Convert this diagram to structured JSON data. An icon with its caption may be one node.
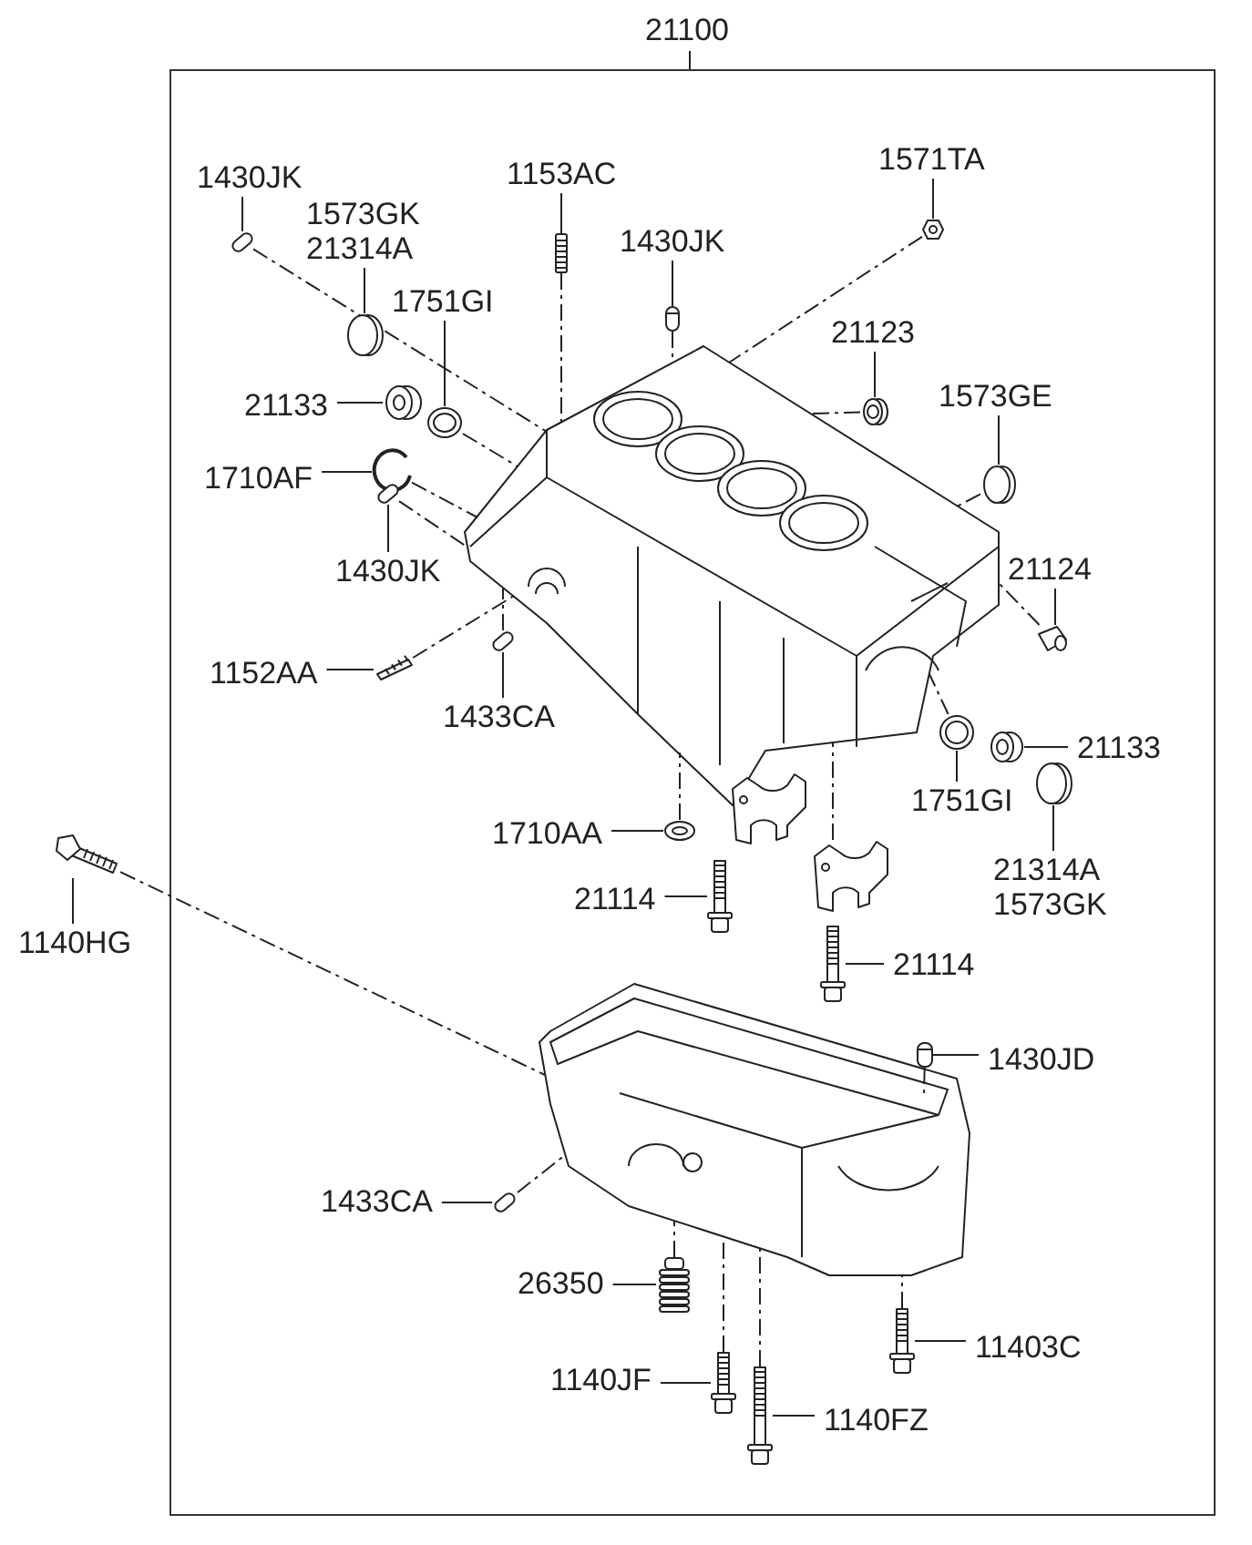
{
  "diagram": {
    "nodes": [
      {
        "text": [
          "21100"
        ]
      },
      {
        "text": [
          "1430JK"
        ],
        "in": 0
      },
      {
        "text": [],
        "shape": "box",
        "in": 0
      },
      {
        "text": [
          "1573GK",
          "21314A"
        ],
        "in": 0
      },
      {
        "text": [],
        "shape": "circle",
        "in": 0
      },
      {
        "text": [
          "1153AC"
        ],
        "in": 0
      },
      {
        "text": [],
        "shape": "picture",
        "in": 0
      },
      {
        "text": [
          "1430JK"
        ],
        "in": 0
      },
      {
        "text": [],
        "shape": "picture",
        "in": 0
      },
      {
        "text": [
          "1571TA"
        ],
        "in": 0
      },
      {
        "text": [],
        "shape": "picture",
        "in": 0
      },
      {
        "text": [
          "1751GI"
        ],
        "in": 0
      },
      {
        "text": [],
        "shape": "picture",
        "in": 0
      },
      {
        "text": [
          "21133"
        ],
        "in": 0
      },
      {
        "text": [],
        "shape": "picture",
        "in": 0
      },
      {
        "text": [
          "21123"
        ],
        "in": 0
      },
      {
        "text": [],
        "shape": "circle",
        "in": 0
      },
      {
        "text": [
          "1573GE"
        ],
        "in": 0
      },
      {
        "text": [],
        "shape": "circle",
        "in": 0
      },
      {
        "text": [
          "1710AF"
        ],
        "in": 0
      },
      {
        "text": [],
        "shape": "picture",
        "in": 0
      },
      {
        "text": [
          "1430JK"
        ],
        "in": 0
      },
      {
        "text": [],
        "shape": "box",
        "in": 0
      },
      {
        "text": [
          "21124"
        ],
        "in": 0
      },
      {
        "text": [],
        "shape": "picture",
        "in": 0
      },
      {
        "text": [
          "1152AA"
        ],
        "in": 0
      },
      {
        "text": [],
        "shape": "picture",
        "in": 0
      },
      {
        "text": [
          "1433CA"
        ],
        "in": 0
      },
      {
        "text": [],
        "shape": "box",
        "in": 0
      },
      {
        "text": [
          "1751GI"
        ],
        "in": 0
      },
      {
        "text": [],
        "shape": "picture",
        "in": 0
      },
      {
        "text": [
          "21133"
        ],
        "in": 0
      },
      {
        "text": [],
        "shape": "picture",
        "in": 0
      },
      {
        "text": [
          "21314A",
          "1573GK"
        ],
        "in": 0
      },
      {
        "text": [],
        "shape": "circle",
        "in": 0
      },
      {
        "text": [
          "1710AA"
        ],
        "in": 0
      },
      {
        "text": [],
        "shape": "picture",
        "in": 0
      },
      {
        "text": [
          "21114"
        ],
        "in": 0
      },
      {
        "text": [],
        "shape": "picture",
        "in": 0
      },
      {
        "text": [
          "21114"
        ],
        "in": 0
      },
      {
        "text": [],
        "shape": "picture",
        "in": 0
      },
      {
        "text": [
          "1140HG"
        ]
      },
      {
        "text": [],
        "shape": "picture"
      },
      {
        "text": [
          "1430JD"
        ],
        "in": 0
      },
      {
        "text": [],
        "shape": "picture",
        "in": 0
      },
      {
        "text": [
          "1433CA"
        ],
        "in": 0
      },
      {
        "text": [],
        "shape": "box",
        "in": 0
      },
      {
        "text": [
          "26350"
        ],
        "in": 0
      },
      {
        "text": [],
        "shape": "picture",
        "in": 0
      },
      {
        "text": [
          "11403C"
        ],
        "in": 0
      },
      {
        "text": [],
        "shape": "picture",
        "in": 0
      },
      {
        "text": [
          "1140JF"
        ],
        "in": 0
      },
      {
        "text": [],
        "shape": "picture",
        "in": 0
      },
      {
        "text": [
          "1140FZ"
        ],
        "in": 0
      },
      {
        "text": [],
        "shape": "picture",
        "in": 0
      },
      {
        "text": [],
        "shape": "picture",
        "in": 0
      },
      {
        "text": [],
        "shape": "picture",
        "in": 0
      },
      {
        "text": [],
        "shape": "picture",
        "in": 0
      },
      {
        "text": [],
        "shape": "picture",
        "in": 0
      }
    ],
    "edges": [
      {
        "from": 1,
        "to": 2,
        "arrow": "none"
      },
      {
        "from": 3,
        "to": 4,
        "arrow": "none"
      },
      {
        "from": 5,
        "to": 6,
        "arrow": "none"
      },
      {
        "from": 7,
        "to": 8,
        "arrow": "none"
      },
      {
        "from": 9,
        "to": 10,
        "arrow": "none"
      },
      {
        "from": 11,
        "to": 12,
        "arrow": "none"
      },
      {
        "from": 13,
        "to": 14,
        "arrow": "none"
      },
      {
        "from": 15,
        "to": 16,
        "arrow": "none"
      },
      {
        "from": 17,
        "to": 18,
        "arrow": "none"
      },
      {
        "from": 19,
        "to": 20,
        "arrow": "none"
      },
      {
        "from": 21,
        "to": 22,
        "arrow": "none"
      },
      {
        "from": 23,
        "to": 24,
        "arrow": "none"
      },
      {
        "from": 25,
        "to": 26,
        "arrow": "none"
      },
      {
        "from": 27,
        "to": 28,
        "arrow": "none"
      },
      {
        "from": 29,
        "to": 30,
        "arrow": "none"
      },
      {
        "from": 31,
        "to": 32,
        "arrow": "none"
      },
      {
        "from": 33,
        "to": 34,
        "arrow": "none"
      },
      {
        "from": 35,
        "to": 36,
        "arrow": "none"
      },
      {
        "from": 37,
        "to": 38,
        "arrow": "none"
      },
      {
        "from": 39,
        "to": 40,
        "arrow": "none"
      },
      {
        "from": 41,
        "to": 42,
        "arrow": "none"
      },
      {
        "from": 43,
        "to": 44,
        "arrow": "none"
      },
      {
        "from": 45,
        "to": 46,
        "arrow": "none"
      },
      {
        "from": 47,
        "to": 48,
        "arrow": "none"
      },
      {
        "from": 49,
        "to": 50,
        "arrow": "none"
      },
      {
        "from": 51,
        "to": 52,
        "arrow": "none"
      },
      {
        "from": 53,
        "to": 54,
        "arrow": "none"
      },
      {
        "from": 2,
        "to": 55,
        "arrow": "none",
        "style": "dashed"
      },
      {
        "from": 6,
        "to": 55,
        "arrow": "none",
        "style": "dashed"
      },
      {
        "from": 8,
        "to": 55,
        "arrow": "none",
        "style": "dashed"
      },
      {
        "from": 10,
        "to": 55,
        "arrow": "none",
        "style": "dashed"
      },
      {
        "from": 12,
        "to": 55,
        "arrow": "none",
        "style": "dashed"
      },
      {
        "from": 16,
        "to": 55,
        "arrow": "none",
        "style": "dashed"
      },
      {
        "from": 18,
        "to": 55,
        "arrow": "none",
        "style": "dashed"
      },
      {
        "from": 20,
        "to": 55,
        "arrow": "none",
        "style": "dashed"
      },
      {
        "from": 22,
        "to": 55,
        "arrow": "none",
        "style": "dashed"
      },
      {
        "from": 24,
        "to": 55,
        "arrow": "none",
        "style": "dashed"
      },
      {
        "from": 26,
        "to": 55,
        "arrow": "none",
        "style": "dashed"
      },
      {
        "from": 28,
        "to": 55,
        "arrow": "none",
        "style": "dashed"
      },
      {
        "from": 30,
        "to": 55,
        "arrow": "none",
        "style": "dashed"
      },
      {
        "from": 36,
        "to": 55,
        "arrow": "none",
        "style": "dashed"
      },
      {
        "from": 57,
        "to": 55,
        "arrow": "none",
        "style": "dashed"
      },
      {
        "from": 42,
        "to": 58,
        "arrow": "none",
        "style": "dashed"
      },
      {
        "from": 44,
        "to": 58,
        "arrow": "none",
        "style": "dashed"
      },
      {
        "from": 46,
        "to": 58,
        "arrow": "none",
        "style": "dashed"
      },
      {
        "from": 48,
        "to": 58,
        "arrow": "none",
        "style": "dashed"
      },
      {
        "from": 52,
        "to": 58,
        "arrow": "none",
        "style": "dashed"
      },
      {
        "from": 54,
        "to": 58,
        "arrow": "none",
        "style": "dashed"
      },
      {
        "from": 50,
        "to": 58,
        "arrow": "none",
        "style": "dashed"
      }
    ]
  }
}
